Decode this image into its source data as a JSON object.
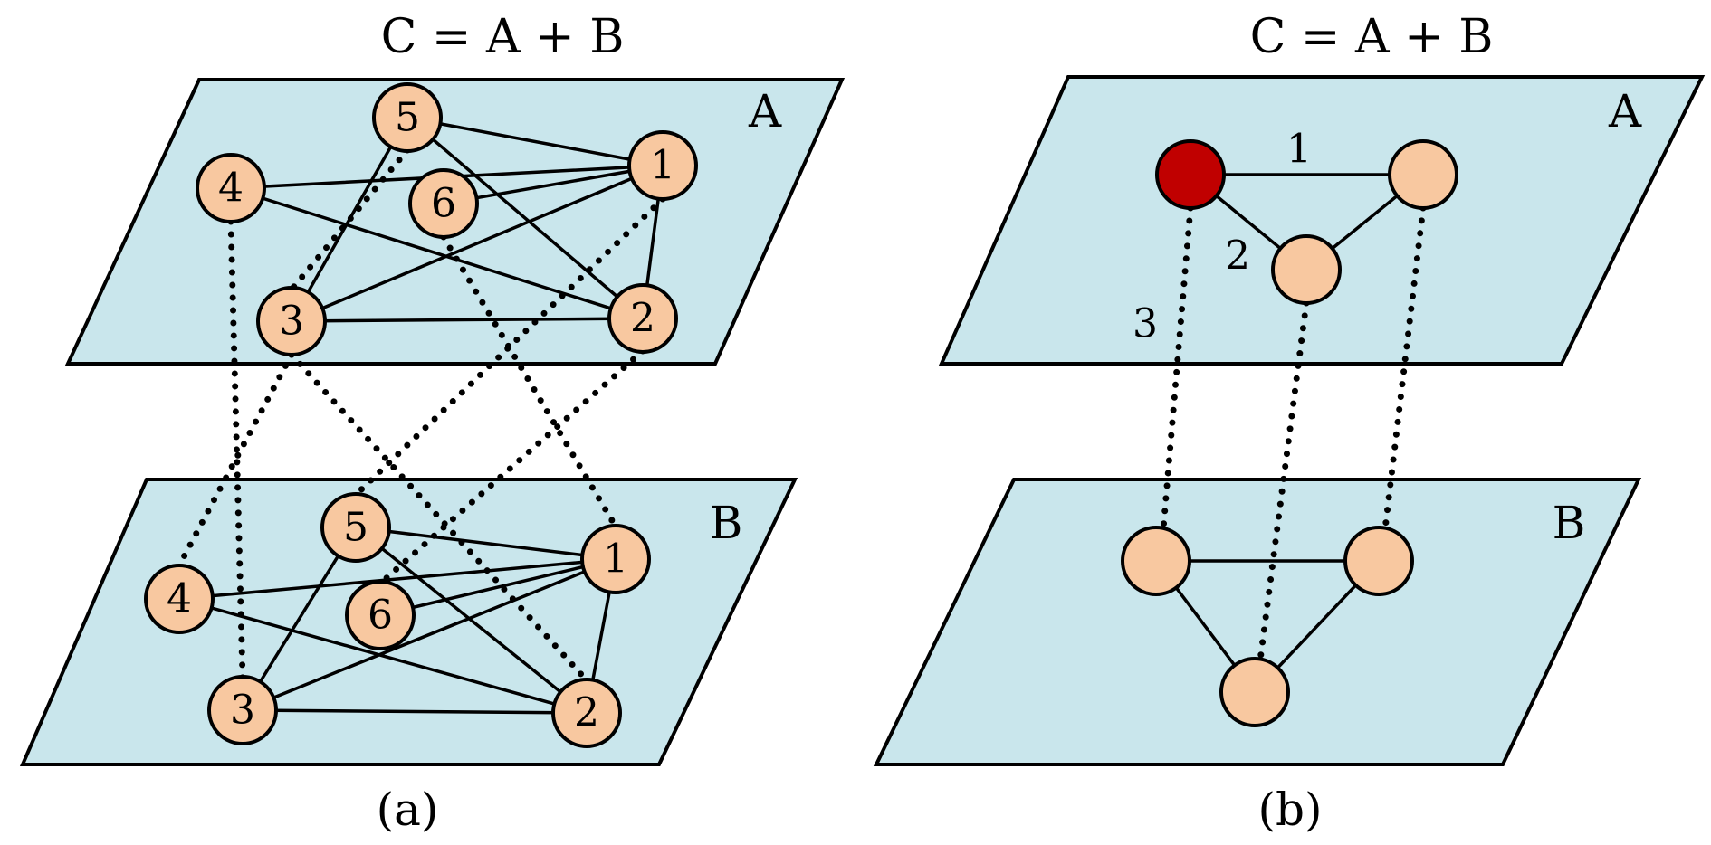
{
  "panel_a": {
    "title": "C = A + B",
    "caption": "(a)",
    "layer_a": {
      "label": "A",
      "nodes": [
        "1",
        "2",
        "3",
        "4",
        "5",
        "6"
      ]
    },
    "layer_b": {
      "label": "B",
      "nodes": [
        "1",
        "2",
        "3",
        "4",
        "5",
        "6"
      ]
    }
  },
  "panel_b": {
    "title": "C = A + B",
    "caption": "(b)",
    "layer_a": {
      "label": "A"
    },
    "layer_b": {
      "label": "B"
    },
    "edge_labels": [
      "1",
      "2",
      "3"
    ]
  },
  "colors": {
    "plane_fill": "#c9e6ec",
    "node_fill": "#f8c8a0",
    "highlight_node": "#c00000"
  }
}
